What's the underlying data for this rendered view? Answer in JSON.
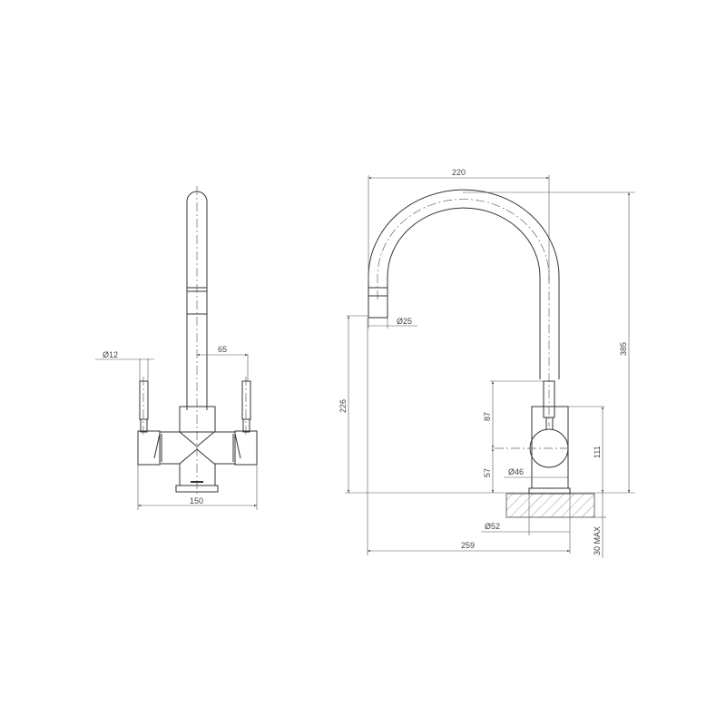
{
  "drawing": {
    "subject": "Kitchen mixer tap technical drawing",
    "views": [
      {
        "name": "front-view",
        "dimensions": {
          "handle_diameter": "Ø12",
          "handle_offset": "65",
          "overall_width": "150"
        }
      },
      {
        "name": "side-view",
        "dimensions": {
          "spout_reach": "220",
          "spout_outlet_diameter": "Ø25",
          "overall_height": "385",
          "outlet_height": "226",
          "handle_height": "87",
          "handle_axis_height": "57",
          "body_diameter": "Ø46",
          "body_height": "111",
          "base_diameter": "Ø52",
          "overall_reach": "259",
          "deck_thickness": "30 MAX"
        }
      }
    ]
  },
  "labels": {
    "d12": "Ø12",
    "d65": "65",
    "d150": "150",
    "d220": "220",
    "d25": "Ø25",
    "d385": "385",
    "d226": "226",
    "d87": "87",
    "d57": "57",
    "d46": "Ø46",
    "d111": "111",
    "d52": "Ø52",
    "d259": "259",
    "d30": "30 MAX"
  }
}
